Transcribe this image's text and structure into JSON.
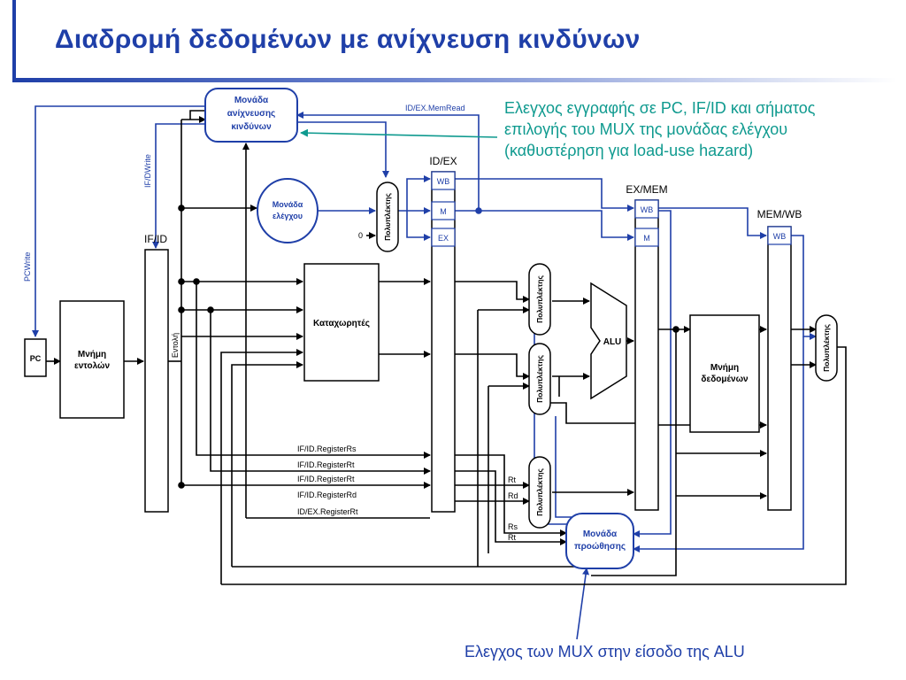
{
  "title": "Διαδρομή δεδομένων με ανίχνευση κινδύνων",
  "annotations": {
    "top": [
      "Ελεγχος εγγραφής σε PC, IF/ID και σήματος",
      "επιλογής του MUX της μονάδας ελέγχου",
      "(καθυστέρηση για load-use hazard)"
    ],
    "bottom": "Ελεγχος των MUX στην είσοδο της ALU"
  },
  "diagram": {
    "hazard_unit": [
      "Μονάδα",
      "ανίχνευσης",
      "κινδύνων"
    ],
    "control_unit": [
      "Μονάδα",
      "ελέγχου"
    ],
    "forwarding_unit": [
      "Μονάδα",
      "προώθησης"
    ],
    "instruction_memory": [
      "Μνήμη",
      "εντολών"
    ],
    "data_memory": [
      "Μνήμη",
      "δεδομένων"
    ],
    "registers": "Καταχωρητές",
    "alu": "ALU",
    "pc": "PC",
    "mux": "Πολυπλέκτης",
    "instruction": "Εντολή",
    "zero": "0",
    "pipeline_registers": {
      "if_id": "IF/ID",
      "id_ex": "ID/EX",
      "ex_mem": "EX/MEM",
      "mem_wb": "MEM/WB"
    },
    "fields": {
      "wb": "WB",
      "m": "M",
      "ex": "EX"
    },
    "signals": {
      "pc_write": "PCWrite",
      "if_id_write": "IF/DWrite",
      "id_ex_memread": "ID/EX.MemRead",
      "if_id_rs": "IF/ID.RegisterRs",
      "if_id_rt1": "IF/ID.RegisterRt",
      "if_id_rt2": "IF/ID.RegisterRt",
      "if_id_rd": "IF/ID.RegisterRd",
      "id_ex_rt": "ID/EX.RegisterRt",
      "rt1": "Rt",
      "rd": "Rd",
      "rs": "Rs",
      "rt2": "Rt"
    }
  },
  "colors": {
    "blue": "#1f3fa8",
    "teal": "#0f9a8f",
    "black": "#000000"
  }
}
